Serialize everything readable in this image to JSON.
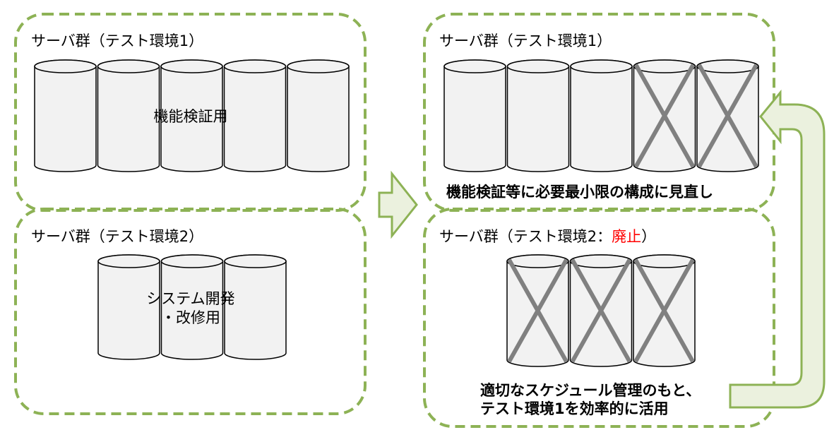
{
  "left": {
    "group1": {
      "title": "サーバ群（テスト環境1）",
      "caption": "機能検証用",
      "server_count": 5
    },
    "group2": {
      "title": "サーバ群（テスト環境2）",
      "caption_line1": "システム開発",
      "caption_line2": "・改修用",
      "server_count": 3
    }
  },
  "right": {
    "group1": {
      "title": "サーバ群（テスト環境1）",
      "server_count": 5,
      "removed_count": 2,
      "note": "機能検証等に必要最小限の構成に見直し"
    },
    "group2": {
      "title_prefix": "サーバ群（テスト環境2：",
      "title_status": "廃止",
      "title_suffix": "）",
      "server_count": 3,
      "removed_count": 3,
      "note_line1": "適切なスケジュール管理のもと、",
      "note_line2": "テスト環境1を効率的に活用"
    }
  },
  "colors": {
    "border": "#8db255",
    "arrow_fill": "#ebf1de",
    "server_fill": "#f2f2f2",
    "cross": "#808080",
    "status": "#ff0000"
  }
}
